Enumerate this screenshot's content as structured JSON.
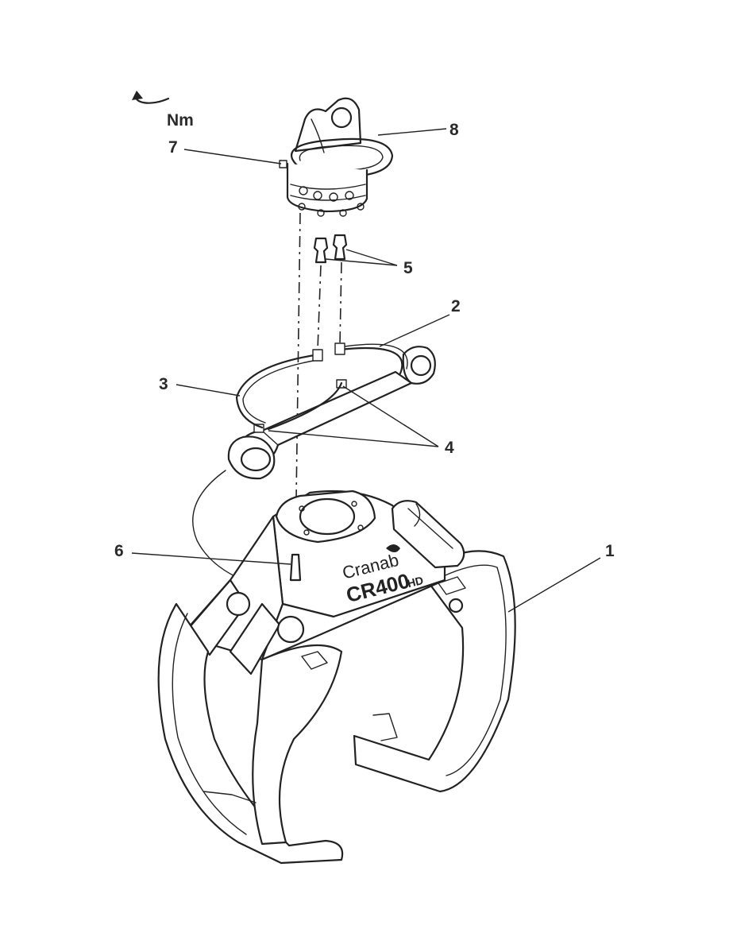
{
  "torque_label": "Nm",
  "brand": {
    "name": "Cranab",
    "model": "CR400",
    "model_suffix": "HD"
  },
  "callouts": [
    "1",
    "2",
    "3",
    "4",
    "5",
    "6",
    "7",
    "8"
  ]
}
